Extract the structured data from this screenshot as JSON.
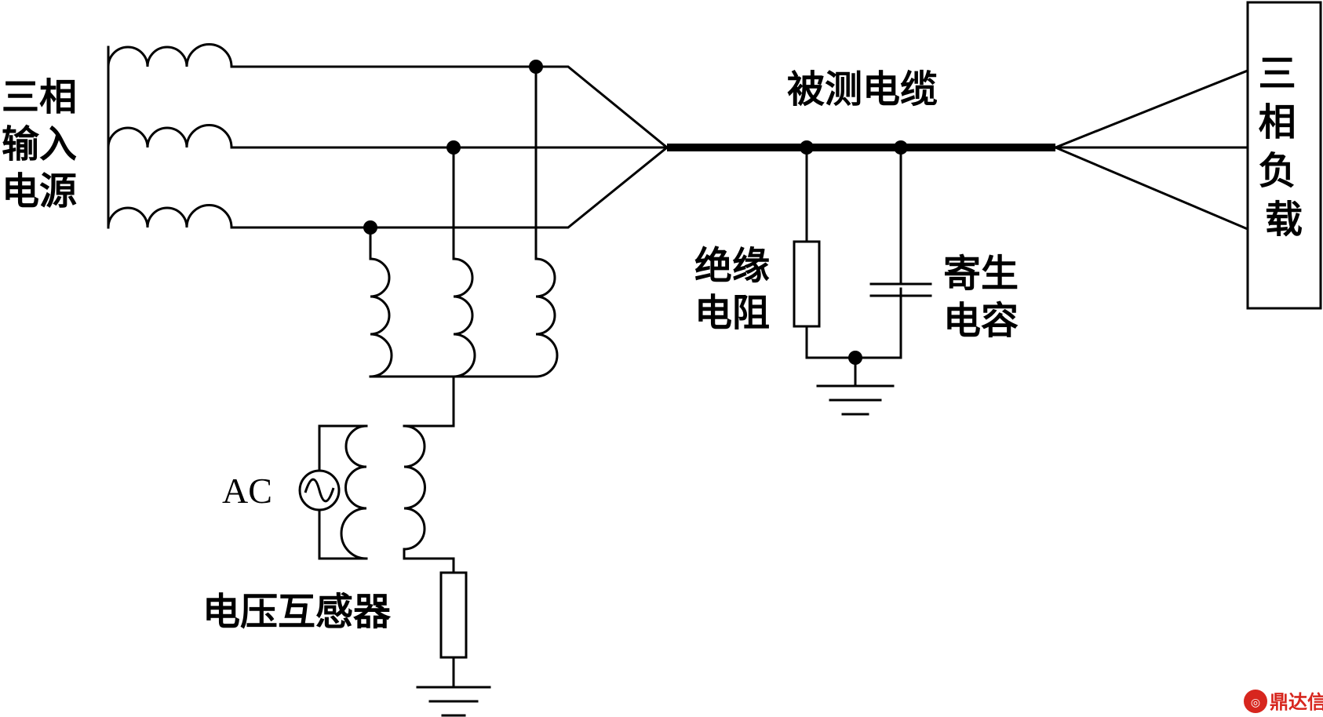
{
  "labels": {
    "source": [
      "三相",
      "输入",
      "电源"
    ],
    "cable": "被测电缆",
    "load": [
      "三",
      "相",
      "负",
      "载"
    ],
    "insulation_resistance": [
      "绝缘",
      "电阻"
    ],
    "parasitic_capacitance": [
      "寄生",
      "电容"
    ],
    "ac_source": "AC",
    "voltage_transformer": "电压互感器"
  },
  "watermark": {
    "text": "鼎达信",
    "color": "#d7261e"
  },
  "icons": [
    "ac-source-icon",
    "ground-icon",
    "resistor-icon",
    "capacitor-icon",
    "inductor-coil-icon",
    "junction-dot-icon"
  ]
}
